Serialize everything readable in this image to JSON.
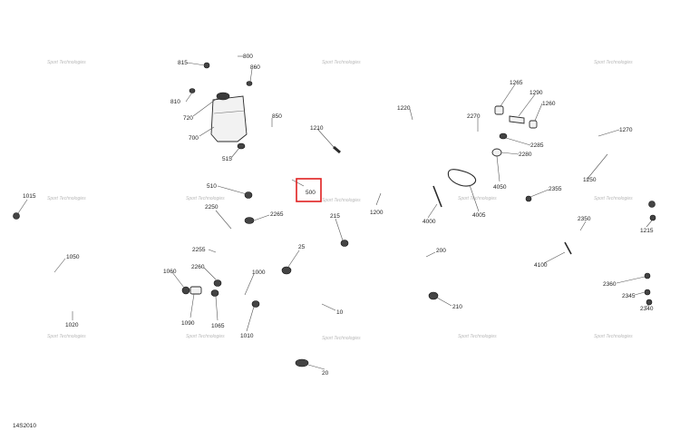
{
  "diagram": {
    "figure_code": "14S2010",
    "watermark": "Sport Technologies",
    "highlighted_part": "500",
    "labels": [
      {
        "id": "815",
        "text": "815"
      },
      {
        "id": "800",
        "text": "800"
      },
      {
        "id": "860",
        "text": "860"
      },
      {
        "id": "810",
        "text": "810"
      },
      {
        "id": "720",
        "text": "720"
      },
      {
        "id": "700",
        "text": "700"
      },
      {
        "id": "850",
        "text": "850"
      },
      {
        "id": "515",
        "text": "515"
      },
      {
        "id": "1210",
        "text": "1210"
      },
      {
        "id": "1220",
        "text": "1220"
      },
      {
        "id": "1265",
        "text": "1265"
      },
      {
        "id": "1290",
        "text": "1290"
      },
      {
        "id": "1260",
        "text": "1260"
      },
      {
        "id": "2270",
        "text": "2270"
      },
      {
        "id": "2285",
        "text": "2285"
      },
      {
        "id": "2280",
        "text": "2280"
      },
      {
        "id": "1270",
        "text": "1270"
      },
      {
        "id": "1250",
        "text": "1250"
      },
      {
        "id": "4050",
        "text": "4050"
      },
      {
        "id": "2355",
        "text": "2355"
      },
      {
        "id": "510",
        "text": "510"
      },
      {
        "id": "500",
        "text": "500"
      },
      {
        "id": "1200",
        "text": "1200"
      },
      {
        "id": "4000",
        "text": "4000"
      },
      {
        "id": "4005",
        "text": "4005"
      },
      {
        "id": "1215",
        "text": "1215"
      },
      {
        "id": "1015",
        "text": "1015"
      },
      {
        "id": "2250",
        "text": "2250"
      },
      {
        "id": "2265",
        "text": "2265"
      },
      {
        "id": "215",
        "text": "215"
      },
      {
        "id": "2350",
        "text": "2350"
      },
      {
        "id": "2255",
        "text": "2255"
      },
      {
        "id": "25",
        "text": "25"
      },
      {
        "id": "200",
        "text": "200"
      },
      {
        "id": "4100",
        "text": "4100"
      },
      {
        "id": "1050",
        "text": "1050"
      },
      {
        "id": "2260",
        "text": "2260"
      },
      {
        "id": "1060",
        "text": "1060"
      },
      {
        "id": "1000",
        "text": "1000"
      },
      {
        "id": "2360",
        "text": "2360"
      },
      {
        "id": "2345",
        "text": "2345"
      },
      {
        "id": "210",
        "text": "210"
      },
      {
        "id": "2340",
        "text": "2340"
      },
      {
        "id": "1090",
        "text": "1090"
      },
      {
        "id": "1065",
        "text": "1065"
      },
      {
        "id": "10",
        "text": "10"
      },
      {
        "id": "1020",
        "text": "1020"
      },
      {
        "id": "1010",
        "text": "1010"
      },
      {
        "id": "20",
        "text": "20"
      }
    ]
  }
}
